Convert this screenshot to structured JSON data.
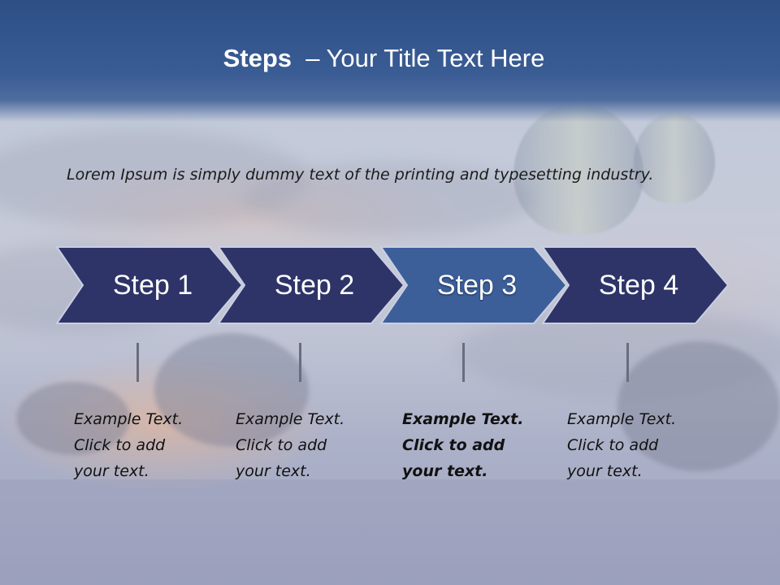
{
  "slide": {
    "title_bold": "Steps",
    "title_rest": "  – Your Title Text Here",
    "intro": "Lorem Ipsum is simply dummy text of the printing and typesetting industry."
  },
  "colors": {
    "header": "#3a5c94",
    "chevron": "#2e3468",
    "chevron_active": "#3c5f9a",
    "chevron_border": "#c9cfe2",
    "tick": "#6a6d7c"
  },
  "steps": [
    {
      "label": "Step 1",
      "lines": [
        "Example Text.",
        "Click  to add",
        "your text."
      ],
      "active": false
    },
    {
      "label": "Step 2",
      "lines": [
        "Example Text.",
        "Click  to add",
        "your text."
      ],
      "active": false
    },
    {
      "label": "Step 3",
      "lines": [
        "Example Text.",
        "Click  to add",
        "your text."
      ],
      "active": true
    },
    {
      "label": "Step 4",
      "lines": [
        "Example Text.",
        "Click  to add",
        "your text."
      ],
      "active": false
    }
  ]
}
